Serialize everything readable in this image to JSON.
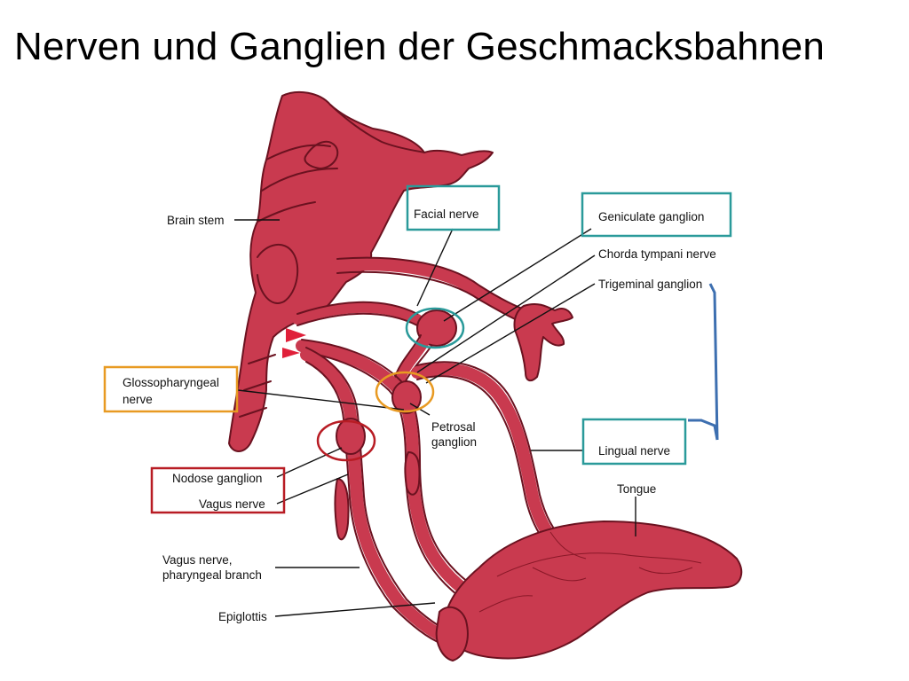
{
  "title": "Nerven und Ganglien der Geschmacksbahnen",
  "labels": {
    "brain_stem": "Brain stem",
    "facial_nerve": "Facial nerve",
    "geniculate_ganglion": "Geniculate ganglion",
    "chorda_tympani_nerve": "Chorda tympani nerve",
    "trigeminal_ganglion": "Trigeminal ganglion",
    "glossopharyngeal_nerve_line1": "Glossopharyngeal",
    "glossopharyngeal_nerve_line2": "nerve",
    "petrosal_ganglion_line1": "Petrosal",
    "petrosal_ganglion_line2": "ganglion",
    "lingual_nerve": "Lingual nerve",
    "tongue": "Tongue",
    "nodose_ganglion": "Nodose ganglion",
    "vagus_nerve": "Vagus nerve",
    "vagus_pharyngeal_line1": "Vagus nerve,",
    "vagus_pharyngeal_line2": "pharyngeal branch",
    "epiglottis": "Epiglottis"
  },
  "colors": {
    "tissue": "#c93a4f",
    "tissue_outline": "#6b1220",
    "teal_box": "#2a9a9a",
    "orange_box": "#e89a22",
    "red_box": "#b81c24",
    "blue_bracket": "#3d6fb0"
  }
}
